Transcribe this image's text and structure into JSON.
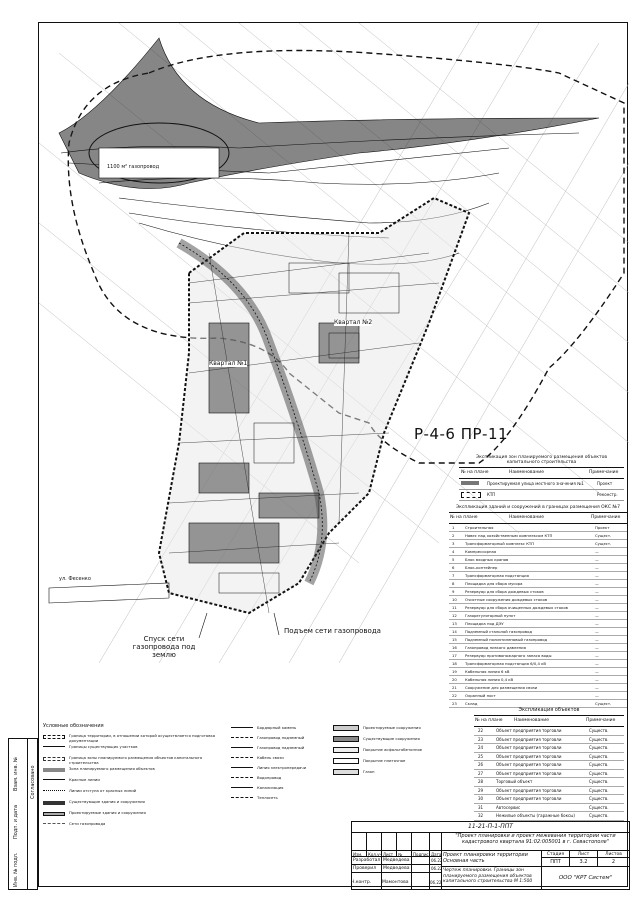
{
  "drawing_code": "Р-4-6 ПР-11",
  "map": {
    "labels": {
      "kvartal1": "Квартал №1",
      "kvartal2": "Квартал №2",
      "ul": "ул. Фесенко",
      "gas_underground": "Подъем сети газопровода",
      "gas_down": "Спуск сети газопровода под землю"
    }
  },
  "table1": {
    "title": "Экспликация зон планируемого размещения объектов капитального строительства",
    "col_no": "№ на плане",
    "col_name": "Наименование",
    "col_note": "Примечание",
    "rows": [
      {
        "no": "",
        "name": "Проектируемая улица местного значения №1",
        "note": "Проект"
      },
      {
        "no": "",
        "name": "КТП",
        "note": "Реконстр."
      }
    ]
  },
  "table2": {
    "title": "Экспликация зданий и сооружений в границах размещения ОКС №7",
    "col_no": "№ на плане",
    "col_name": "Наименование",
    "col_note": "Примечание",
    "rows": [
      {
        "no": "1",
        "name": "Строительная",
        "note": "Проект"
      },
      {
        "no": "2",
        "name": "Навес над хозяйственным комплексом КТП",
        "note": "Сущест."
      },
      {
        "no": "3",
        "name": "Трансформаторный комплекс КТП",
        "note": "Сущест."
      },
      {
        "no": "4",
        "name": "Компрессорная",
        "note": "—"
      },
      {
        "no": "5",
        "name": "Блок входных кранов",
        "note": "—"
      },
      {
        "no": "6",
        "name": "Блок-контейнер",
        "note": "—"
      },
      {
        "no": "7",
        "name": "Трансформаторная подстанция",
        "note": "—"
      },
      {
        "no": "8",
        "name": "Площадка для сбора мусора",
        "note": "—"
      },
      {
        "no": "9",
        "name": "Резервуар для сбора дождевых стоков",
        "note": "—"
      },
      {
        "no": "10",
        "name": "Очистные сооружения дождевых стоков",
        "note": "—"
      },
      {
        "no": "11",
        "name": "Резервуар для сбора очищенных дождевых стоков",
        "note": "—"
      },
      {
        "no": "12",
        "name": "Газорегуляторный пункт",
        "note": "—"
      },
      {
        "no": "13",
        "name": "Площадка под ДЭУ",
        "note": "—"
      },
      {
        "no": "14",
        "name": "Подземный стальной газопровод",
        "note": "—"
      },
      {
        "no": "15",
        "name": "Подземный полиэтиленовый газопровод",
        "note": "—"
      },
      {
        "no": "16",
        "name": "Газопровод низкого давления",
        "note": "—"
      },
      {
        "no": "17",
        "name": "Резервуар противопожарного запаса воды",
        "note": "—"
      },
      {
        "no": "18",
        "name": "Трансформаторная подстанция 6/0,4 кВ",
        "note": "—"
      },
      {
        "no": "19",
        "name": "Кабельная линия 6 кВ",
        "note": "—"
      },
      {
        "no": "20",
        "name": "Кабельная линия 0,4 кВ",
        "note": "—"
      },
      {
        "no": "21",
        "name": "Сооружение для размещения связи",
        "note": "—"
      },
      {
        "no": "22",
        "name": "Охранный пост",
        "note": "—"
      },
      {
        "no": "23",
        "name": "Склад",
        "note": "Сущест."
      }
    ]
  },
  "table3": {
    "title": "Экспликация объектов",
    "col_no": "№ на плане",
    "col_name": "Наименование",
    "col_note": "Примечание",
    "rows": [
      {
        "no": "22",
        "name": "Объект предприятия торговли",
        "note": "Существ."
      },
      {
        "no": "23",
        "name": "Объект предприятия торговли",
        "note": "Существ."
      },
      {
        "no": "24",
        "name": "Объект предприятия торговли",
        "note": "Существ."
      },
      {
        "no": "25",
        "name": "Объект предприятия торговли",
        "note": "Существ."
      },
      {
        "no": "26",
        "name": "Объект предприятия торговли",
        "note": "Существ."
      },
      {
        "no": "27",
        "name": "Объект предприятия торговли",
        "note": "Существ."
      },
      {
        "no": "28",
        "name": "Торговый объект",
        "note": "Существ."
      },
      {
        "no": "29",
        "name": "Объект предприятия торговли",
        "note": "Существ."
      },
      {
        "no": "30",
        "name": "Объект предприятия торговли",
        "note": "Существ."
      },
      {
        "no": "31",
        "name": "Автосервис",
        "note": "Существ."
      },
      {
        "no": "32",
        "name": "Нежилые объекты (гаражные боксы)",
        "note": "Существ."
      }
    ]
  },
  "legend": {
    "title": "Условные обозначения",
    "items": [
      "Граница территории, в отношении которой осуществляется подготовка документации",
      "Границы существующих участков",
      "Граница зоны планируемого размещения объектов капитального строительства",
      "Зона планируемого размещения объектов",
      "Красные линии",
      "Линии отступа от красных линий",
      "Существующие здания и сооружения",
      "Проектируемые здания и сооружения",
      "Сети газопровода"
    ],
    "items2": [
      "Бордюрный камень",
      "Газопровод подземный",
      "Газопровод надземный",
      "Кабель связи",
      "Линия электропередачи",
      "Водопровод",
      "Канализация",
      "Теплосеть"
    ],
    "items3": [
      "Проектируемые сооружения",
      "Существующие сооружения",
      "Покрытие асфальтобетонное",
      "Покрытие плиточное",
      "Газон"
    ]
  },
  "stamp": {
    "doc_code": "11-21-П-1-ППТ",
    "project_title": "\"Проект планировки и проект межевания территории части кадастрового квартала 91:02:005001 в г. Севастополе\"",
    "section": "Проект планировки территории",
    "part": "Основная часть",
    "sheet_title": "Чертеж планировки. Границы зон планируемого размещения объектов капитального строительства М 1:500",
    "company": "ООО \"КРТ Систем\"",
    "stage_label": "Стадия",
    "sheet_label": "Лист",
    "sheets_label": "Листов",
    "stage": "ППТ",
    "sheet": "3.2",
    "sheets": "2",
    "col_izm": "Изм.",
    "col_kol": "Кол.уч",
    "col_list": "Лист",
    "col_doc": "№ док.",
    "col_sign": "Подпись",
    "col_date": "Дата",
    "razrab_role": "Разработал",
    "razrab_name": "Медведева",
    "prov_role": "Проверил",
    "prov_name": "Медведева",
    "nkontr_role": "Н.контр.",
    "nkontr_name": "Мамонтова",
    "date1": "06.22",
    "date2": "06.22",
    "date3": "06.22"
  },
  "side": {
    "approved": "Согласовано",
    "f1": "Инв. № подл.",
    "f2": "Подп. и дата",
    "f3": "Взам. инв. №"
  }
}
